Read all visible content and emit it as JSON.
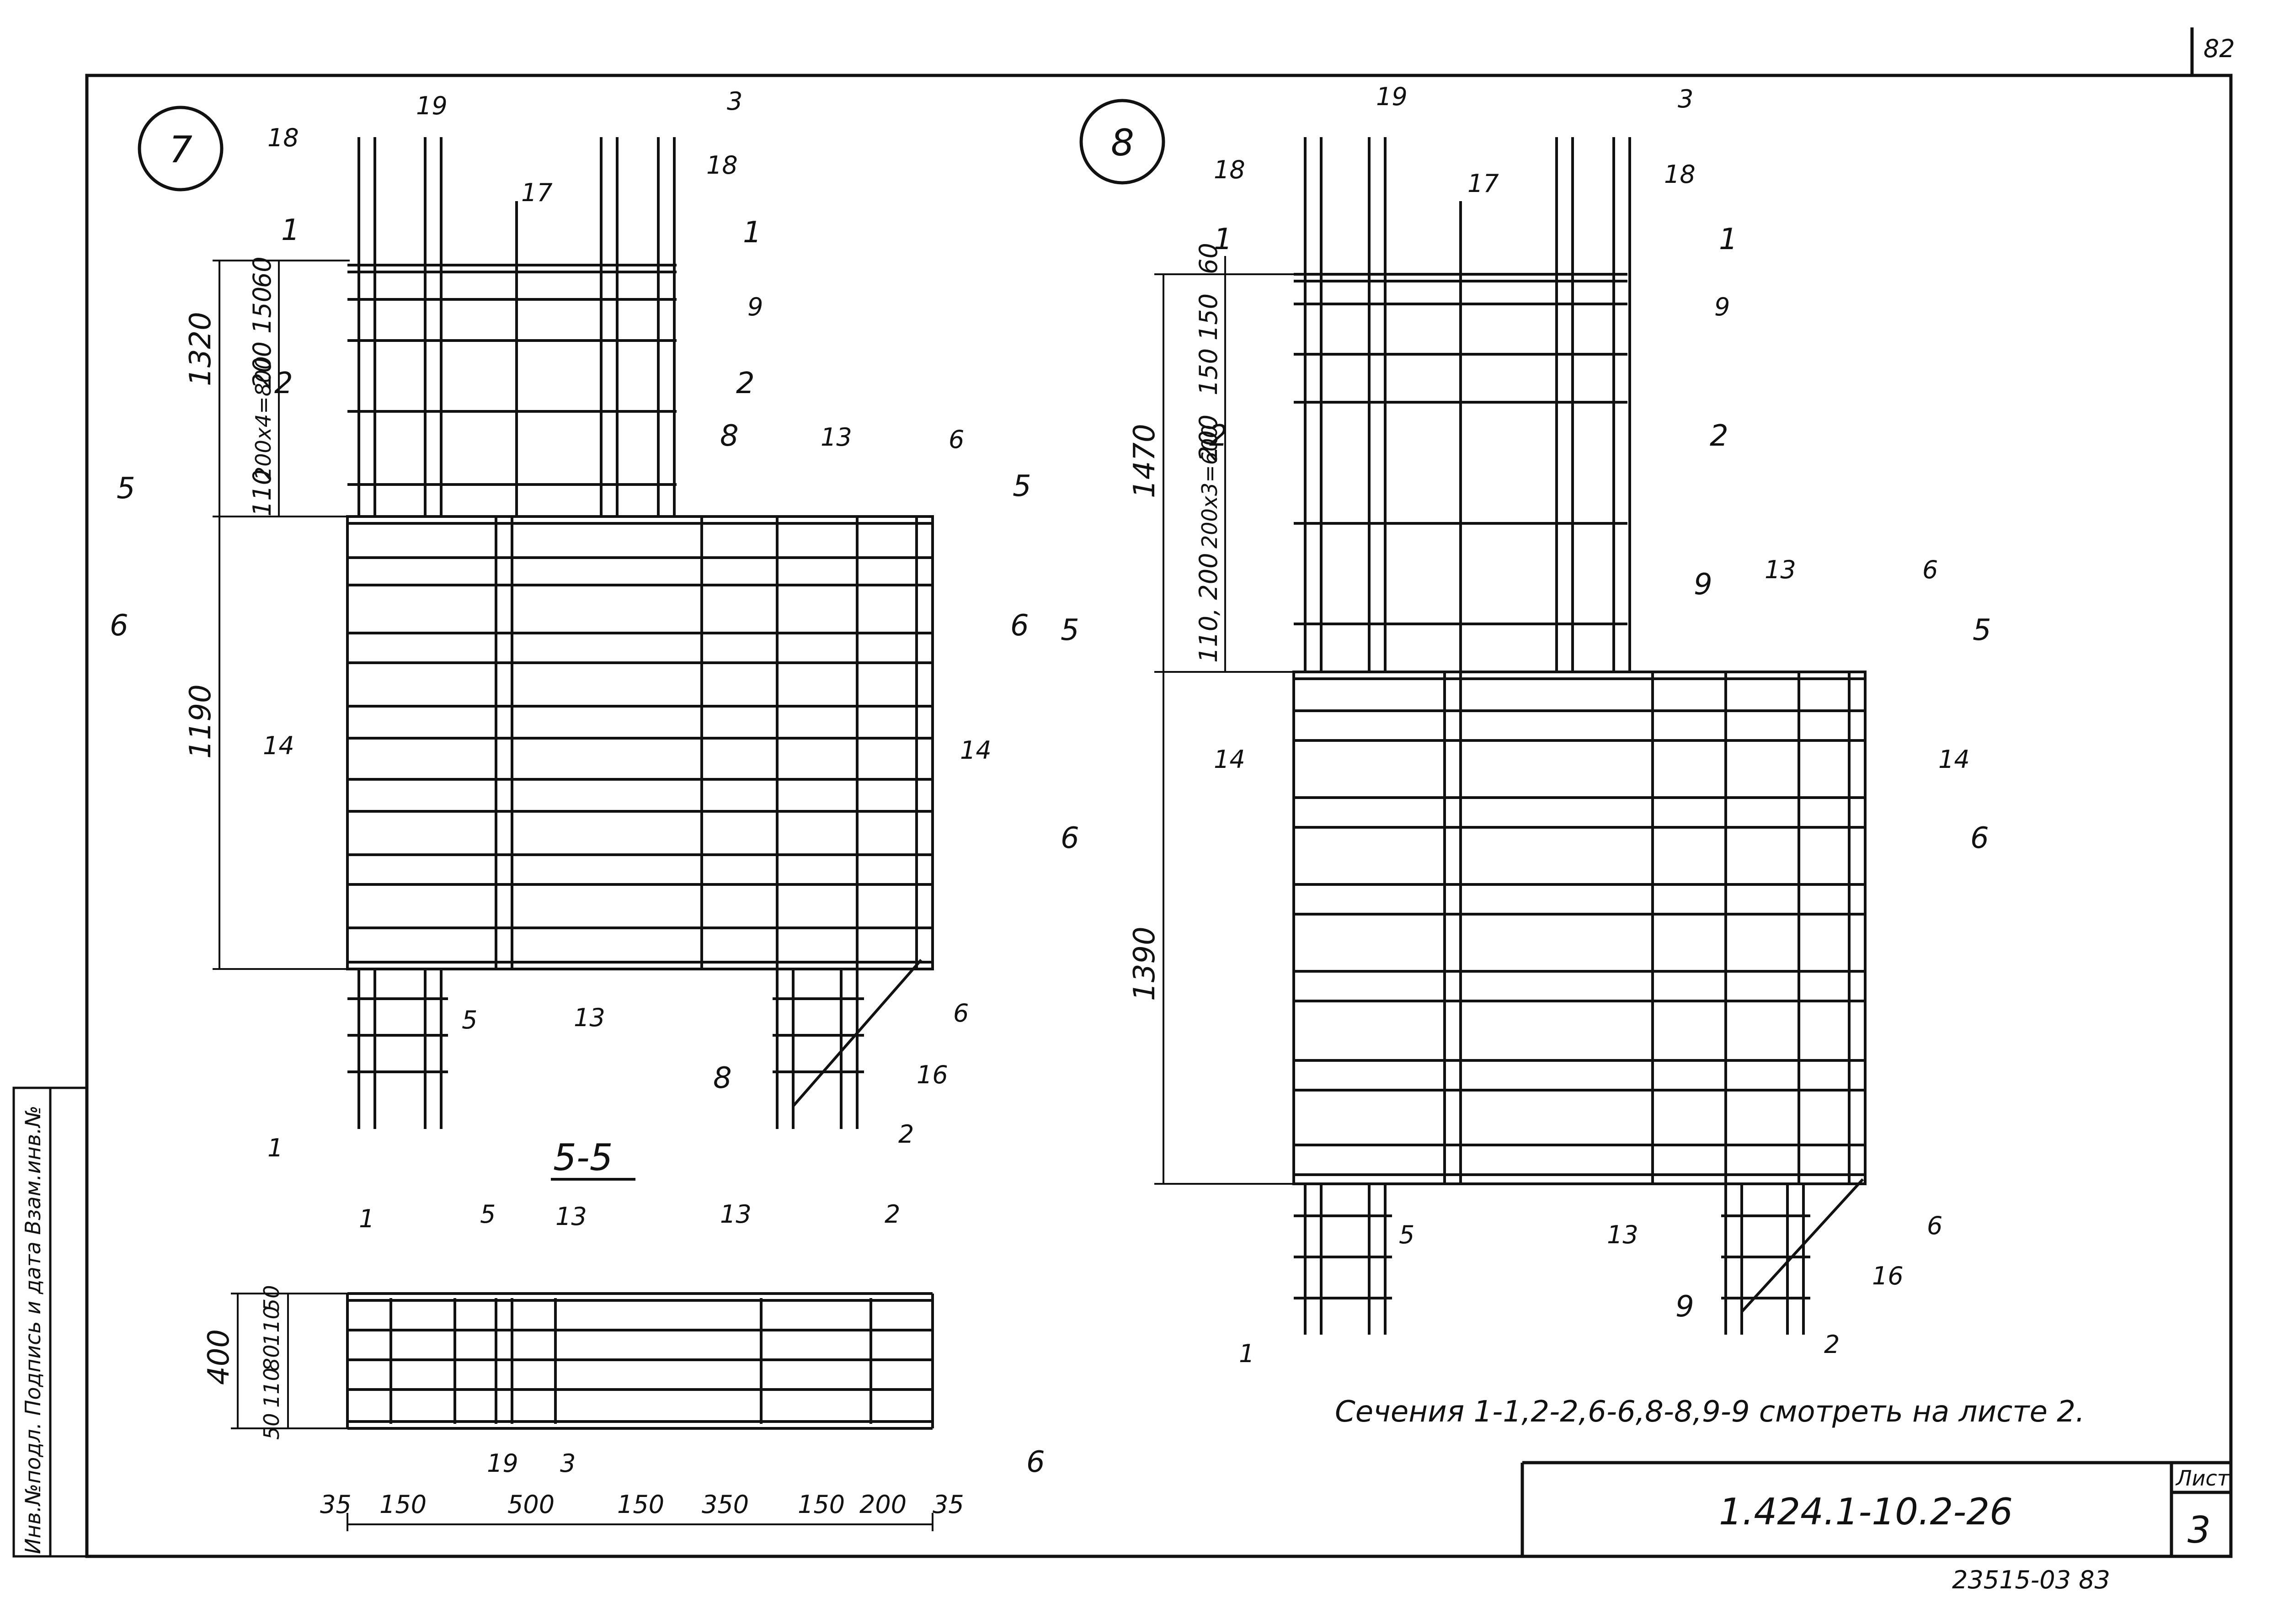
{
  "sheet": {
    "page_number_top": "82",
    "bottom_code": "23515-03 83",
    "title_doc_number": "1.424.1-10.2-26",
    "sheet_label": "Лист",
    "sheet_number": "3",
    "note": "Сечения 1-1,2-2,6-6,8-8,9-9 смотреть на листе 2.",
    "side_stamp": "Инв.№подл. Подпись и дата Взам.инв.№"
  },
  "frame7": {
    "badge": "7",
    "positions": [
      "18",
      "19",
      "3",
      "18",
      "17",
      "9",
      "13",
      "6",
      "14",
      "14",
      "5",
      "13",
      "6",
      "16",
      "1",
      "2"
    ],
    "dims": [
      "60",
      "150",
      "200",
      "200x4=800",
      "110",
      "1320",
      "1190"
    ],
    "section_marks": [
      "1",
      "1",
      "2",
      "2",
      "5",
      "5",
      "6",
      "6",
      "8",
      "8"
    ]
  },
  "frame8": {
    "badge": "8",
    "positions": [
      "18",
      "19",
      "17",
      "3",
      "18",
      "9",
      "13",
      "6",
      "14",
      "14",
      "5",
      "13",
      "6",
      "16",
      "1",
      "2"
    ],
    "dims": [
      "60",
      "150",
      "150",
      "200",
      "200x3=600",
      "110, 200",
      "1470",
      "1390"
    ],
    "section_marks": [
      "1",
      "1",
      "2",
      "2",
      "5",
      "5",
      "6",
      "6",
      "9",
      "9"
    ]
  },
  "section55": {
    "title": "5-5",
    "positions": [
      "1",
      "5",
      "13",
      "13",
      "2",
      "19",
      "3",
      "6"
    ],
    "vdims": [
      "50",
      "110",
      "80",
      "110",
      "50"
    ],
    "vtotal": "400",
    "hdims": [
      "35",
      "150",
      "500",
      "150",
      "350",
      "150",
      "200",
      "35"
    ]
  }
}
